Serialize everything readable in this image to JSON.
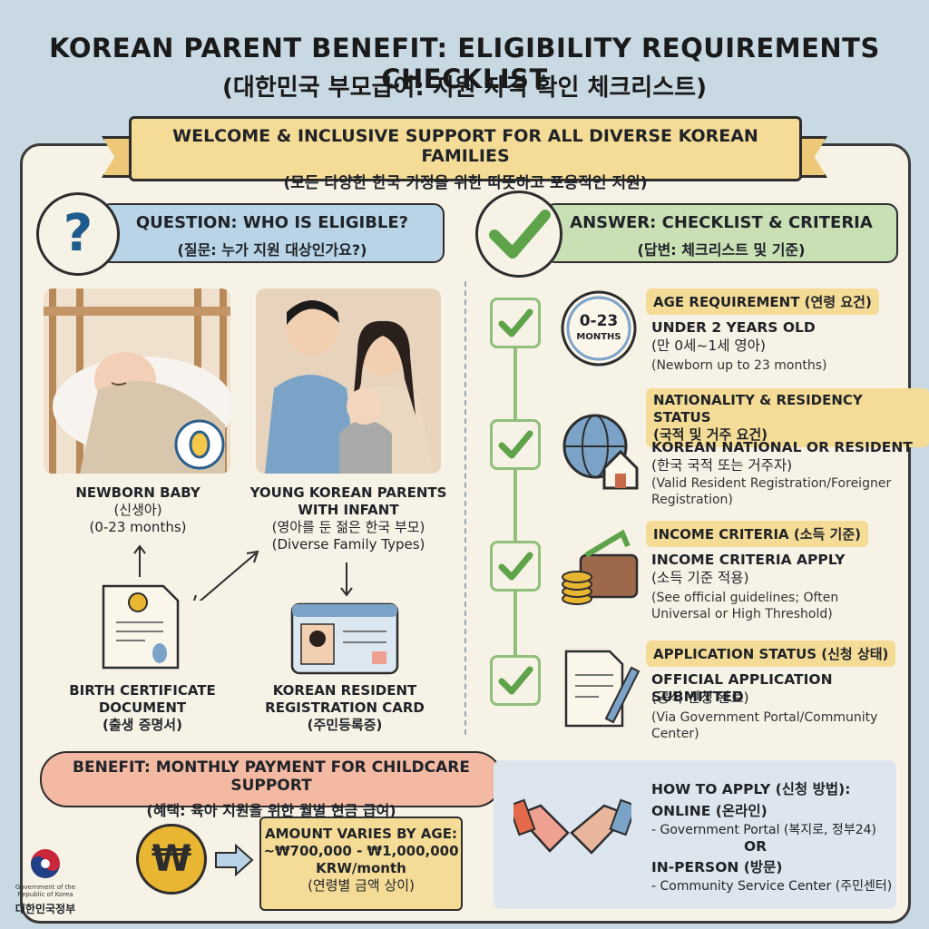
{
  "title": {
    "main": "KOREAN PARENT BENEFIT: ELIGIBILITY REQUIREMENTS CHECKLIST",
    "sub": "(대한민국 부모급여: 지원 자격 확인 체크리스트)"
  },
  "welcome": {
    "line1": "WELCOME & INCLUSIVE SUPPORT FOR ALL DIVERSE KOREAN FAMILIES",
    "line2": "(모든 다양한 한국 가정을 위한 따뜻하고 포용적인 지원)"
  },
  "question": {
    "icon": "?",
    "line1": "QUESTION: WHO IS ELIGIBLE?",
    "line2": "(질문: 누가 지원 대상인가요?)"
  },
  "answer": {
    "line1": "ANSWER: CHECKLIST & CRITERIA",
    "line2": "(답변: 체크리스트 및 기준)"
  },
  "left_items": [
    {
      "icon": "crib-baby-photo",
      "title": "NEWBORN BABY",
      "ko": "(신생아)",
      "sub": "(0-23 months)"
    },
    {
      "icon": "family-photo",
      "title1": "YOUNG KOREAN PARENTS",
      "title2": "WITH INFANT",
      "ko": "(영아를 둔 젊은 한국 부모)",
      "sub": "(Diverse Family Types)"
    },
    {
      "icon": "certificate-icon",
      "title1": "BIRTH CERTIFICATE",
      "title2": "DOCUMENT",
      "ko": "(출생 증명서)"
    },
    {
      "icon": "id-card-icon",
      "title1": "KOREAN RESIDENT",
      "title2": "REGISTRATION CARD",
      "ko": "(주민등록증)"
    }
  ],
  "criteria": [
    {
      "tag": "AGE REQUIREMENT (연령 요건)",
      "main1": "UNDER 2 YEARS OLD",
      "main2": "(만 0세~1세 영아)",
      "sub": "(Newborn up to 23 months)",
      "icon": "clock-icon",
      "icon_text1": "0-23",
      "icon_text2": "MONTHS"
    },
    {
      "tag": "NATIONALITY & RESIDENCY STATUS",
      "tag2": "(국적 및 거주 요건)",
      "main1": "KOREAN NATIONAL OR RESIDENT",
      "main2": "(한국 국적 또는 거주자)",
      "sub1": "(Valid Resident Registration/Foreigner",
      "sub2": "Registration)",
      "icon": "globe-house-icon"
    },
    {
      "tag": "INCOME CRITERIA (소득 기준)",
      "main1": "INCOME CRITERIA APPLY",
      "main2": "(소득 기준 적용)",
      "sub1": "(See official guidelines; Often",
      "sub2": "Universal or High Threshold)",
      "icon": "wallet-coins-icon"
    },
    {
      "tag": "APPLICATION STATUS (신청 상태)",
      "main1": "OFFICIAL APPLICATION SUBMITTED",
      "main2": "(공식 신청 완료)",
      "sub1": "(Via Government Portal/Community",
      "sub2": "Center)",
      "icon": "document-pen-icon"
    }
  ],
  "benefit": {
    "line1": "BENEFIT: MONTHLY PAYMENT FOR CHILDCARE SUPPORT",
    "line2": "(혜택: 육아 지원을 위한 월별 현금 급여)",
    "coin": "₩",
    "amount1": "AMOUNT VARIES BY AGE:",
    "amount2": "~₩700,000 - ₩1,000,000",
    "amount3": "KRW/month",
    "amount4": "(연령별 금액 상이)"
  },
  "apply": {
    "title": "HOW TO APPLY (신청 방법):",
    "online": "ONLINE (온라인)",
    "online_sub": "- Government Portal (복지로, 정부24)",
    "or": "OR",
    "inperson": "IN-PERSON (방문)",
    "inperson_sub": "- Community Service Center (주민센터)"
  },
  "gov": {
    "en1": "Government of the",
    "en2": "Republic of Korea",
    "ko": "대한민국정부"
  },
  "colors": {
    "check_green": "#5ea34a",
    "question_blue": "#1e5a8c",
    "tag_yellow": "#f5dc96"
  }
}
